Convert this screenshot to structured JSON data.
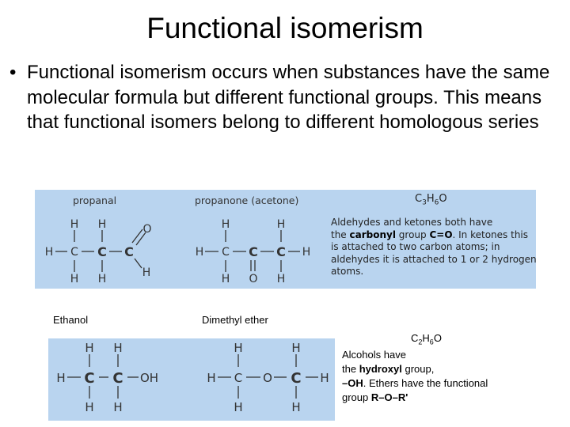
{
  "slide": {
    "title": "Functional isomerism",
    "bullet_marker": "•",
    "bullet_text": "Functional isomerism occurs when substances have the same molecular formula but different functional groups. This means that functional isomers belong to different homologous series"
  },
  "figure_top": {
    "label_left": "propanal",
    "label_mid": "propanone (acetone)",
    "formula": {
      "c": "C",
      "c_n": "3",
      "h": "H",
      "h_n": "6",
      "o": "O"
    },
    "desc": {
      "line1": "Aldehydes and ketones both have",
      "pre": "the ",
      "bold1": "carbonyl",
      "mid": " group ",
      "bold2": "C=O",
      "post": ". In ketones this is attached to two carbon atoms; in aldehydes it is attached to 1 or 2 hydrogen atoms."
    }
  },
  "figure_bottom": {
    "label_left": "Ethanol",
    "label_mid": "Dimethyl ether",
    "formula": {
      "c": "C",
      "c_n": "2",
      "h": "H",
      "h_n": "6",
      "o": "O"
    },
    "desc": {
      "line1": "Alcohols have",
      "pre": "the ",
      "bold1": "hydroxyl",
      "mid": " group,",
      "bold2": "–OH",
      "post": ". Ethers have the functional group ",
      "bold3": "R–O–R'"
    }
  },
  "atoms": {
    "h": "H",
    "c": "C",
    "o": "O",
    "oh": "OH"
  },
  "colors": {
    "panel": "#b9d4ef"
  }
}
